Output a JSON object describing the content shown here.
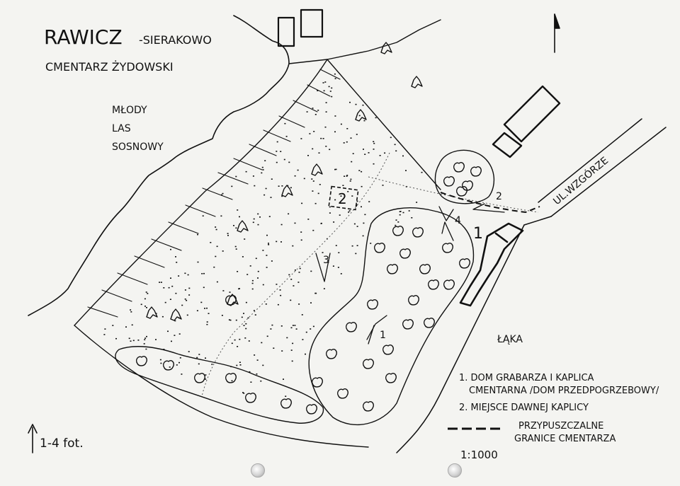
{
  "title": {
    "line1_big": "RAWICZ",
    "line1_rest": "-SIERAKOWO",
    "line2": "CMENTARZ ŻYDOWSKI"
  },
  "forest_label": [
    "MŁODY",
    "LAS",
    "SOSNOWY"
  ],
  "street_label": "UL.WZGÓRZE",
  "meadow_label": "ŁĄKA",
  "feature_numbers": {
    "one": "1",
    "two": "2"
  },
  "photo_marks": [
    "1",
    "2",
    "3",
    "4"
  ],
  "legend": {
    "item1_line1": "1. DOM GRABARZA I KAPLICA",
    "item1_line2": "CMENTARNA /DOM PRZEDPOGRZEBOWY/",
    "item2": "2. MIEJSCE DAWNEJ KAPLICY",
    "border_line1": "PRZYPUSZCZALNE",
    "border_line2": "GRANICE CMENTARZA",
    "scale": "1:1000",
    "photos": "1-4 fot."
  },
  "colors": {
    "ink": "#111111",
    "paper": "#f4f4f1"
  },
  "icons": [
    "north-arrow-icon",
    "tree-icon",
    "bush-icon",
    "photo-direction-arrow-icon"
  ]
}
